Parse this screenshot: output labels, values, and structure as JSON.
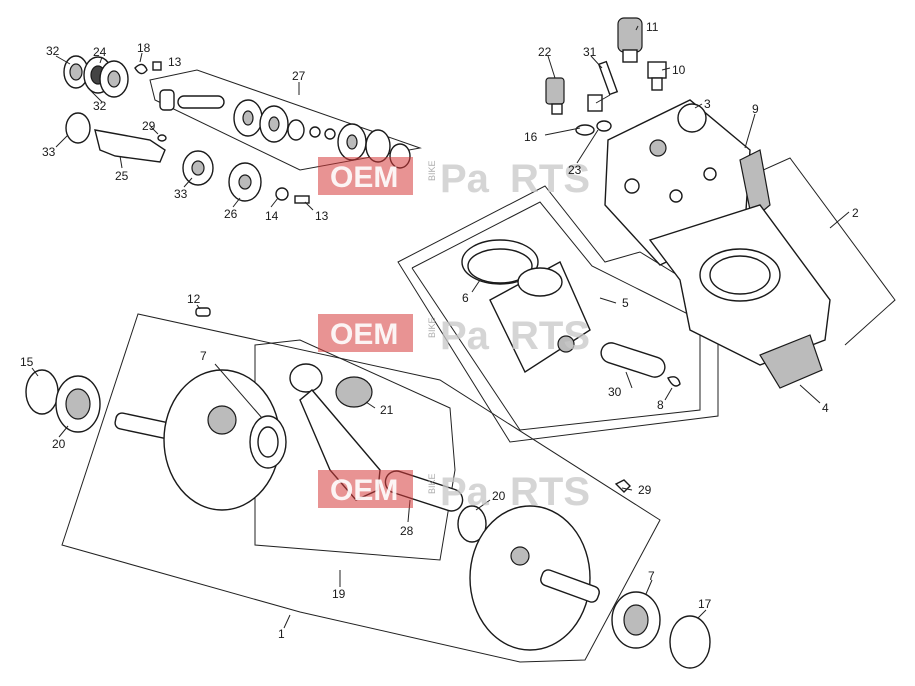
{
  "watermark": {
    "oem": "OEM",
    "bike": "BIKE",
    "pa": "Pa",
    "rts": "RTS"
  },
  "callouts": [
    {
      "id": "l32a",
      "text": "32"
    },
    {
      "id": "l24",
      "text": "24"
    },
    {
      "id": "l18",
      "text": "18"
    },
    {
      "id": "l13a",
      "text": "13"
    },
    {
      "id": "l27",
      "text": "27"
    },
    {
      "id": "l32b",
      "text": "32"
    },
    {
      "id": "l29a",
      "text": "29"
    },
    {
      "id": "l33a",
      "text": "33"
    },
    {
      "id": "l25",
      "text": "25"
    },
    {
      "id": "l33b",
      "text": "33"
    },
    {
      "id": "l26",
      "text": "26"
    },
    {
      "id": "l14",
      "text": "14"
    },
    {
      "id": "l13b",
      "text": "13"
    },
    {
      "id": "l22",
      "text": "22"
    },
    {
      "id": "l31",
      "text": "31"
    },
    {
      "id": "l11",
      "text": "11"
    },
    {
      "id": "l10",
      "text": "10"
    },
    {
      "id": "l3",
      "text": "3"
    },
    {
      "id": "l9",
      "text": "9"
    },
    {
      "id": "l16",
      "text": "16"
    },
    {
      "id": "l23",
      "text": "23"
    },
    {
      "id": "l2",
      "text": "2"
    },
    {
      "id": "l6",
      "text": "6"
    },
    {
      "id": "l5",
      "text": "5"
    },
    {
      "id": "l30",
      "text": "30"
    },
    {
      "id": "l8",
      "text": "8"
    },
    {
      "id": "l4",
      "text": "4"
    },
    {
      "id": "l12",
      "text": "12"
    },
    {
      "id": "l15",
      "text": "15"
    },
    {
      "id": "l20a",
      "text": "20"
    },
    {
      "id": "l7a",
      "text": "7"
    },
    {
      "id": "l21",
      "text": "21"
    },
    {
      "id": "l29b",
      "text": "29"
    },
    {
      "id": "l20b",
      "text": "20"
    },
    {
      "id": "l28",
      "text": "28"
    },
    {
      "id": "l19",
      "text": "19"
    },
    {
      "id": "l7b",
      "text": "7"
    },
    {
      "id": "l17",
      "text": "17"
    },
    {
      "id": "l1",
      "text": "1"
    }
  ]
}
